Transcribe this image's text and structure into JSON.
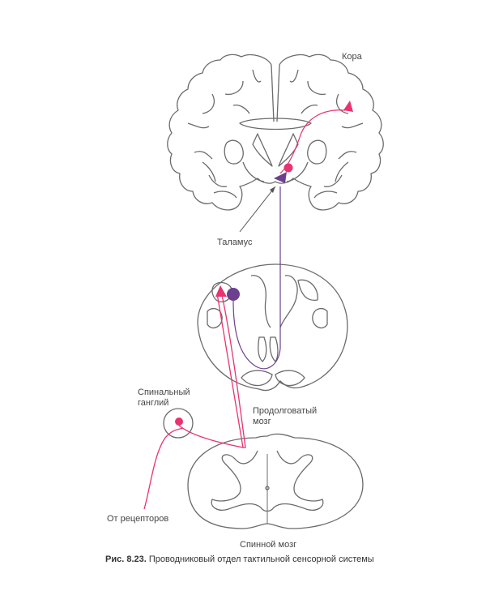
{
  "labels": {
    "cortex": "Кора",
    "thalamus": "Таламус",
    "spinal_ganglion": "Спинальный\nганглий",
    "medulla": "Продолговатый\nмозг",
    "from_receptors": "От рецепторов",
    "spinal_cord": "Спинной мозг"
  },
  "caption": {
    "number": "Рис. 8.23.",
    "text": "Проводниковый отдел тактильной сенсорной системы"
  },
  "colors": {
    "outline": "#6b6b6b",
    "pink_pathway": "#e8336e",
    "purple_pathway": "#6c3f8f"
  }
}
